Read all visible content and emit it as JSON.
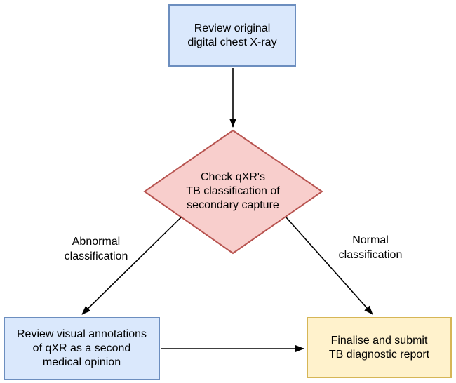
{
  "diagram": {
    "background": "#ffffff",
    "nodes": {
      "review_original": {
        "shape": "rectangle",
        "label": "Review original digital chest X-ray",
        "lines": [
          "Review original",
          "digital chest X-ray"
        ],
        "fill": "#dae8fc",
        "stroke": "#6c8ebf"
      },
      "check_qxr": {
        "shape": "diamond",
        "label": "Check qXR's TB classification of secondary capture",
        "lines": [
          "Check qXR's",
          "TB classification of",
          "secondary capture"
        ],
        "fill": "#f8cecc",
        "stroke": "#b85450"
      },
      "review_annotations": {
        "shape": "rectangle",
        "label": "Review visual annotations of qXR as a second medical opinion",
        "lines": [
          "Review visual annotations",
          "of qXR as a second",
          "medical opinion"
        ],
        "fill": "#dae8fc",
        "stroke": "#6c8ebf"
      },
      "finalise_report": {
        "shape": "rectangle",
        "label": "Finalise and submit TB diagnostic report",
        "lines": [
          "Finalise and submit",
          "TB diagnostic report"
        ],
        "fill": "#fff2cc",
        "stroke": "#d6b656"
      }
    },
    "edges": [
      {
        "from": "review_original",
        "to": "check_qxr"
      },
      {
        "from": "check_qxr",
        "to": "review_annotations",
        "label": "Abnormal classification",
        "label_lines": [
          "Abnormal",
          "classification"
        ]
      },
      {
        "from": "check_qxr",
        "to": "finalise_report",
        "label": "Normal classification",
        "label_lines": [
          "Normal",
          "classification"
        ]
      },
      {
        "from": "review_annotations",
        "to": "finalise_report"
      }
    ],
    "colors": {
      "arrow": "#000000",
      "text": "#000000"
    }
  }
}
